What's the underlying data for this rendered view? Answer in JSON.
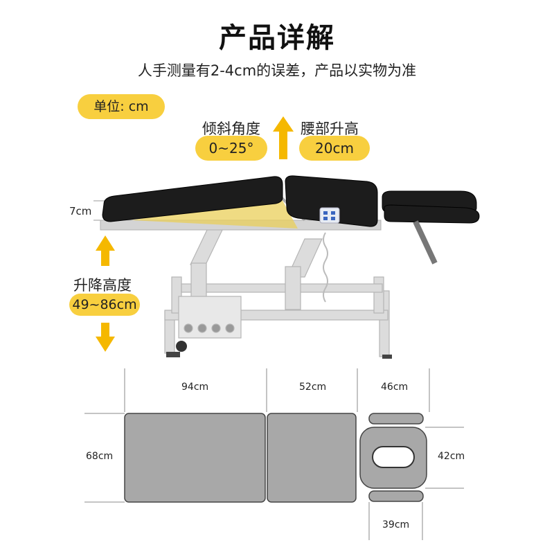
{
  "title": "产品详解",
  "subtitle": "人手测量有2-4cm的误差，产品以实物为准",
  "unit_label": "单位: cm",
  "tilt": {
    "label": "倾斜角度",
    "value": "0~25°"
  },
  "lift": {
    "label": "腰部升高",
    "value": "20cm"
  },
  "cushion_thickness": "7cm",
  "height_range": {
    "label": "升降高度",
    "value": "49~86cm"
  },
  "dimensions": {
    "section1_length": "94cm",
    "section2_length": "52cm",
    "head_length": "46cm",
    "table_width": "68cm",
    "head_width": "42cm",
    "face_hole_span": "39cm"
  },
  "colors": {
    "accent": "#f8cf3f",
    "arrow": "#f5b800",
    "cushion": "#1c1c1c",
    "frame": "#d9d9d9",
    "pad_top_view": "#a8a8a8"
  }
}
